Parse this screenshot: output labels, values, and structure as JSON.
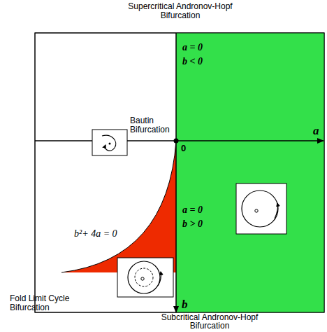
{
  "diagram": {
    "labels": [
      "Supercritical Andronov-Hopf Bifurcation",
      "a = 0",
      "b < 0",
      "Bautin Bifurcation",
      "0",
      "a",
      "b²+ 4a = 0",
      "a = 0",
      "b > 0",
      "b",
      "Fold Limit Cycle Bifurcation",
      "Subcritical Andronov-Hopf Bifurcation"
    ]
  }
}
